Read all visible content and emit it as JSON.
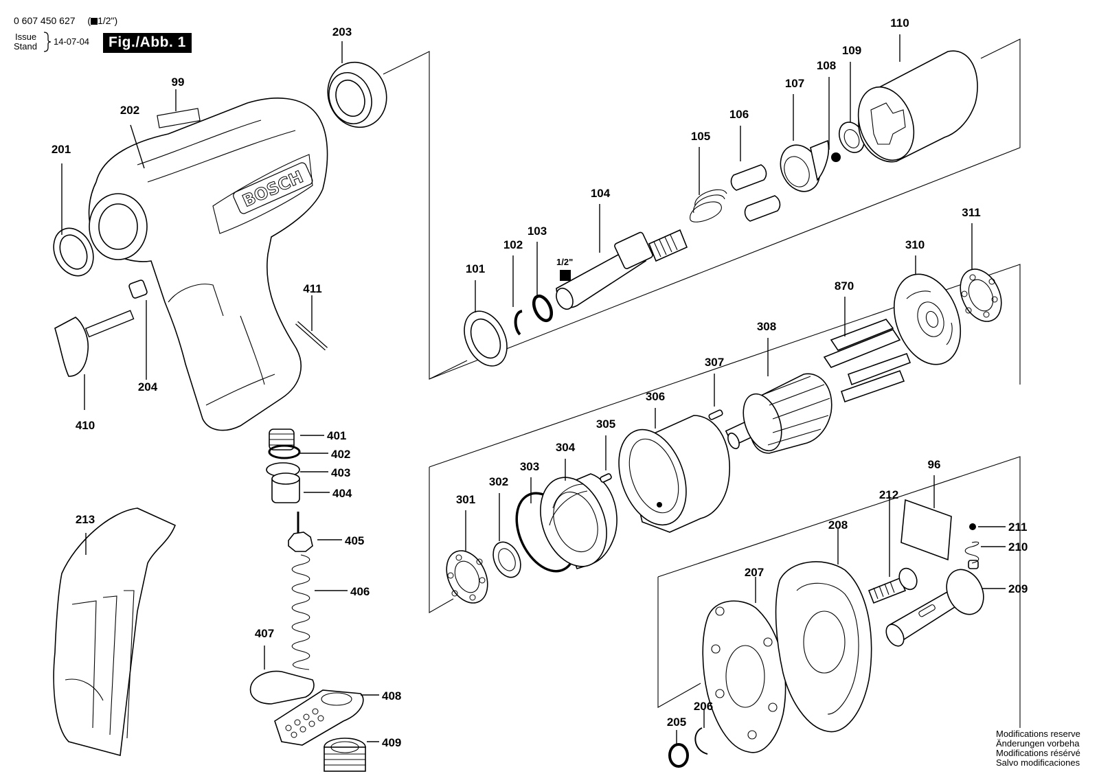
{
  "header": {
    "part_number": "0 607 450 627",
    "drive_size": "1/2\"",
    "issue_label": "Issue",
    "stand_label": "Stand",
    "date": "14-07-04",
    "figure_label": "Fig./Abb. 1"
  },
  "brand": "BOSCH",
  "drive_label": "1/2\"",
  "callouts": {
    "p99": "99",
    "p96": "96",
    "p101": "101",
    "p102": "102",
    "p103": "103",
    "p104": "104",
    "p105": "105",
    "p106": "106",
    "p107": "107",
    "p108": "108",
    "p109": "109",
    "p110": "110",
    "p201": "201",
    "p202": "202",
    "p203": "203",
    "p204": "204",
    "p205": "205",
    "p206": "206",
    "p207": "207",
    "p208": "208",
    "p209": "209",
    "p210": "210",
    "p211": "211",
    "p212": "212",
    "p213": "213",
    "p301": "301",
    "p302": "302",
    "p303": "303",
    "p304": "304",
    "p305": "305",
    "p306": "306",
    "p307": "307",
    "p308": "308",
    "p310": "310",
    "p311": "311",
    "p401": "401",
    "p402": "402",
    "p403": "403",
    "p404": "404",
    "p405": "405",
    "p406": "406",
    "p407": "407",
    "p408": "408",
    "p409": "409",
    "p410": "410",
    "p411": "411",
    "p870": "870"
  },
  "footer": {
    "line1": "Modifications reserve",
    "line2": "Änderungen vorbeha",
    "line3": "Modifications résérvé",
    "line4": "Salvo modificaciones"
  }
}
